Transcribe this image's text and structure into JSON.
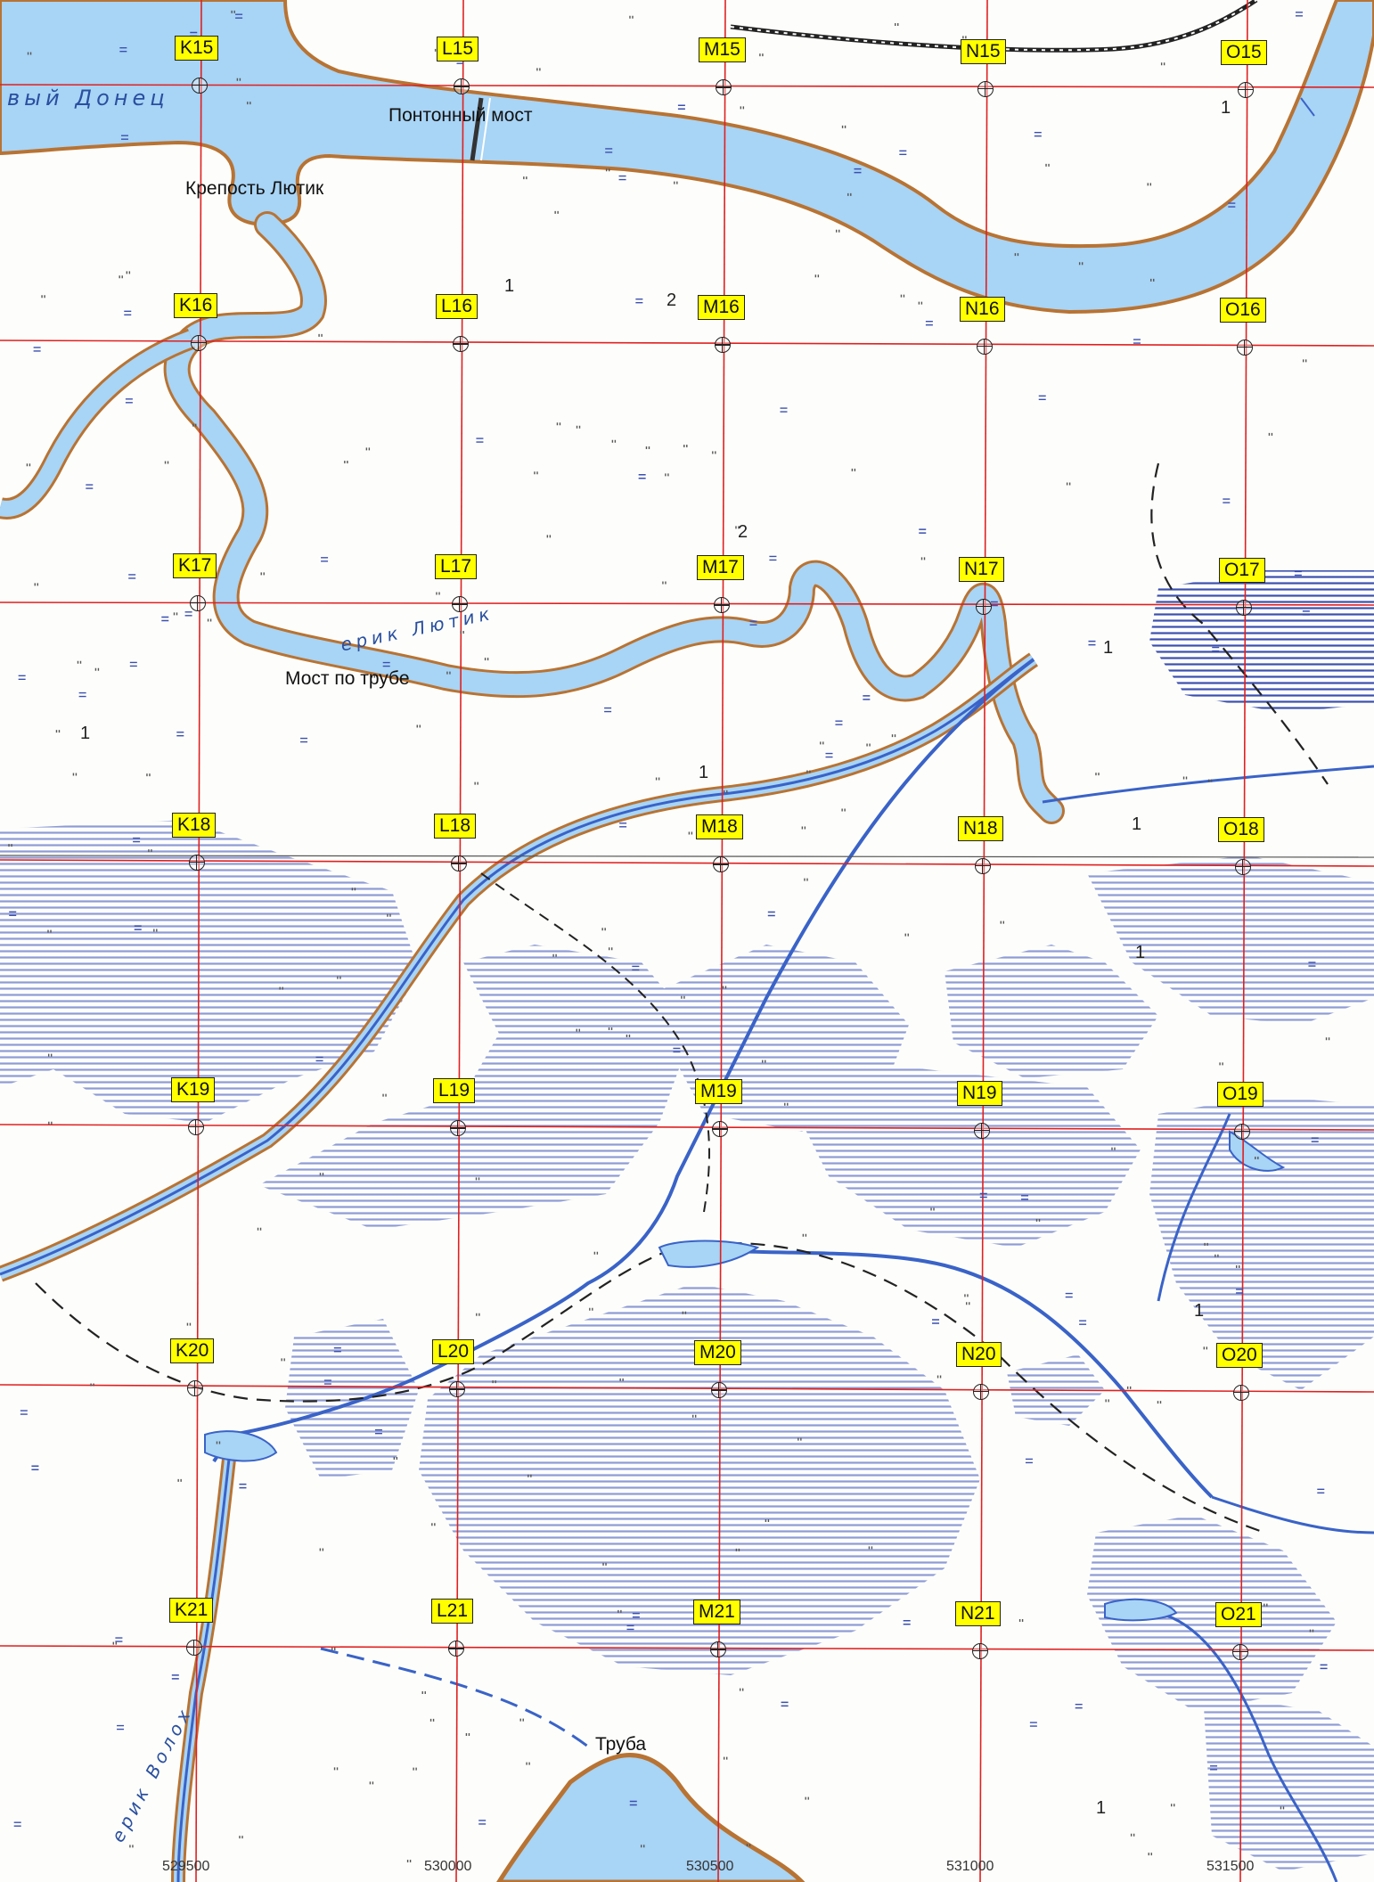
{
  "grid": {
    "columns": [
      "K",
      "L",
      "M",
      "N",
      "O"
    ],
    "rows": [
      "15",
      "16",
      "17",
      "18",
      "19",
      "20",
      "21"
    ],
    "cells": [
      [
        "K15",
        "L15",
        "M15",
        "N15",
        "O15"
      ],
      [
        "K16",
        "L16",
        "M16",
        "N16",
        "O16"
      ],
      [
        "K17",
        "L17",
        "M17",
        "N17",
        "O17"
      ],
      [
        "K18",
        "L18",
        "M18",
        "N18",
        "O18"
      ],
      [
        "K19",
        "L19",
        "M19",
        "N19",
        "O19"
      ],
      [
        "K20",
        "L20",
        "M20",
        "N20",
        "O20"
      ],
      [
        "K21",
        "L21",
        "M21",
        "N21",
        "O21"
      ]
    ]
  },
  "places": {
    "pontoon_bridge": "Понтонный мост",
    "fortress": "Крепость Лютик",
    "pipe_bridge": "Мост по трубе",
    "pipe": "Труба"
  },
  "rivers": {
    "donets": "вый Донец",
    "lyutik": "ерик Лютик",
    "volokh": "ерик Волох"
  },
  "easting_labels": [
    "529500",
    "530000",
    "530500",
    "531000",
    "531500"
  ],
  "spot_heights": [
    "1",
    "2",
    "2",
    "1",
    "1",
    "1",
    "1",
    "1",
    "1",
    "1",
    "1"
  ],
  "colors": {
    "water": "#a8d4f5",
    "water_edge": "#3a63c8",
    "bank": "#b87333",
    "grid": "#e02020",
    "label_bg": "#ffff00",
    "marsh": "#3b4fb0"
  }
}
